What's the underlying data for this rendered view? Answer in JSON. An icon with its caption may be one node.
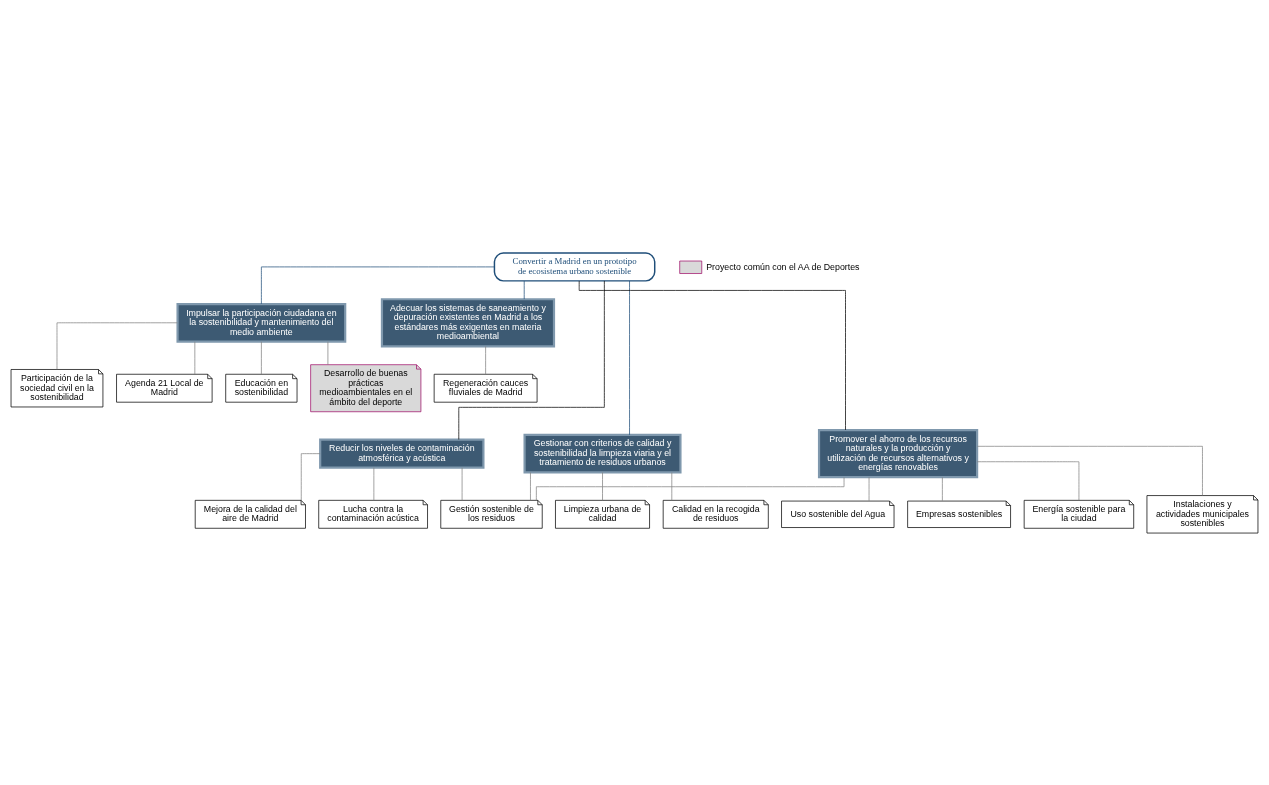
{
  "diagram": {
    "nodes": [
      {
        "text": [
          "Convertir a Madrid en un prototipo de ecosistema urbano sostenible"
        ]
      },
      {
        "text": [
          "Impulsar la participación ciudadana en la sostenibilidad y mantenimiento del medio ambiente"
        ]
      },
      {
        "text": [
          "Adecuar los sistemas de saneamiento y depuración existentes en Madrid a los estándares más exigentes en materia medioambiental"
        ]
      },
      {
        "text": [
          "Reducir los niveles de contaminación atmosférica y acústica"
        ]
      },
      {
        "text": [
          "Gestionar con criterios de calidad y sostenibilidad la limpieza viaria y el tratamiento de residuos urbanos"
        ]
      },
      {
        "text": [
          "Promover el ahorro de los recursos naturales y la producción y utilización de recursos alternativos y energías renovables"
        ]
      },
      {
        "text": [
          "Participación de la sociedad civil en la sostenibilidad"
        ]
      },
      {
        "text": [
          "Agenda 21 Local de Madrid"
        ]
      },
      {
        "text": [
          "Educación en sostenibilidad"
        ]
      },
      {
        "text": [
          "Desarrollo de buenas prácticas medioambientales en el ámbito del deporte"
        ]
      },
      {
        "text": [
          "Regeneración cauces fluviales de Madrid"
        ]
      },
      {
        "text": [
          "Lucha contra la contaminación acústica"
        ]
      },
      {
        "text": [
          "Mejora de la calidad del aire de Madrid"
        ]
      },
      {
        "text": [
          "Limpieza urbana de calidad"
        ]
      },
      {
        "text": [
          "Calidad en la recogida de residuos"
        ]
      },
      {
        "text": [
          "Gestión sostenible de los residuos"
        ]
      },
      {
        "text": [
          "Empresas sostenibles"
        ]
      },
      {
        "text": [
          "Energía sostenible para la ciudad"
        ]
      },
      {
        "text": [
          "Instalaciones y actividades municipales sostenibles"
        ]
      },
      {
        "text": [
          "Uso sostenible del Agua"
        ]
      }
    ],
    "edges": [
      {
        "from": 0,
        "to": 1,
        "arrow": "none",
        "color": "#1f4e79"
      },
      {
        "from": 0,
        "to": 2,
        "arrow": "none",
        "color": "#1f4e79"
      },
      {
        "from": 0,
        "to": 3,
        "arrow": "none",
        "color": "#000000"
      },
      {
        "from": 0,
        "to": 4,
        "arrow": "none",
        "color": "#1f4e79"
      },
      {
        "from": 0,
        "to": 5,
        "arrow": "none",
        "color": "#000000"
      },
      {
        "from": 1,
        "to": 6,
        "arrow": "none"
      },
      {
        "from": 1,
        "to": 7,
        "arrow": "none"
      },
      {
        "from": 1,
        "to": 8,
        "arrow": "none"
      },
      {
        "from": 1,
        "to": 9,
        "arrow": "none"
      },
      {
        "from": 2,
        "to": 10,
        "arrow": "none"
      },
      {
        "from": 3,
        "to": 11,
        "arrow": "none"
      },
      {
        "from": 3,
        "to": 12,
        "arrow": "none"
      },
      {
        "from": 3,
        "to": 15,
        "arrow": "none"
      },
      {
        "from": 4,
        "to": 13,
        "arrow": "none"
      },
      {
        "from": 4,
        "to": 14,
        "arrow": "none"
      },
      {
        "from": 4,
        "to": 15,
        "arrow": "none"
      },
      {
        "from": 5,
        "to": 15,
        "arrow": "none"
      },
      {
        "from": 5,
        "to": 16,
        "arrow": "none"
      },
      {
        "from": 5,
        "to": 17,
        "arrow": "none"
      },
      {
        "from": 5,
        "to": 18,
        "arrow": "none"
      },
      {
        "from": 5,
        "to": 19,
        "arrow": "none"
      }
    ],
    "legend": [
      {
        "text": "Proyecto común con el AA de Deportes",
        "color": "#d9d9d9"
      }
    ]
  }
}
